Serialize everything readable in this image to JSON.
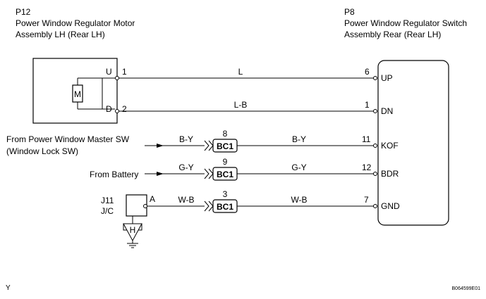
{
  "motor": {
    "code": "P12",
    "name_line1": "Power Window Regulator Motor",
    "name_line2": "Assembly LH (Rear LH)",
    "symbol": "M",
    "pin_u_letter": "U",
    "pin_u_num": "1",
    "pin_d_letter": "D",
    "pin_d_num": "2"
  },
  "switch": {
    "code": "P8",
    "name_line1": "Power Window Regulator Switch",
    "name_line2": "Assembly Rear (Rear LH)"
  },
  "wires": [
    {
      "color": "L",
      "pin": "6",
      "terminal": "UP"
    },
    {
      "color": "L-B",
      "pin": "1",
      "terminal": "DN"
    },
    {
      "source": "From Power Window Master SW",
      "source2": "(Window Lock SW)",
      "color_in": "B-Y",
      "connector_num": "8",
      "connector": "BC1",
      "color_out": "B-Y",
      "pin": "11",
      "terminal": "KOF"
    },
    {
      "source": "From Battery",
      "color_in": "G-Y",
      "connector_num": "9",
      "connector": "BC1",
      "color_out": "G-Y",
      "pin": "12",
      "terminal": "BDR"
    },
    {
      "color_in": "W-B",
      "connector_num": "3",
      "connector": "BC1",
      "color_out": "W-B",
      "pin": "7",
      "terminal": "GND"
    }
  ],
  "junction": {
    "code": "J11",
    "type": "J/C",
    "pin": "A",
    "ground_symbol": "H"
  },
  "footer": {
    "left": "Y",
    "right": "B064599E01"
  }
}
